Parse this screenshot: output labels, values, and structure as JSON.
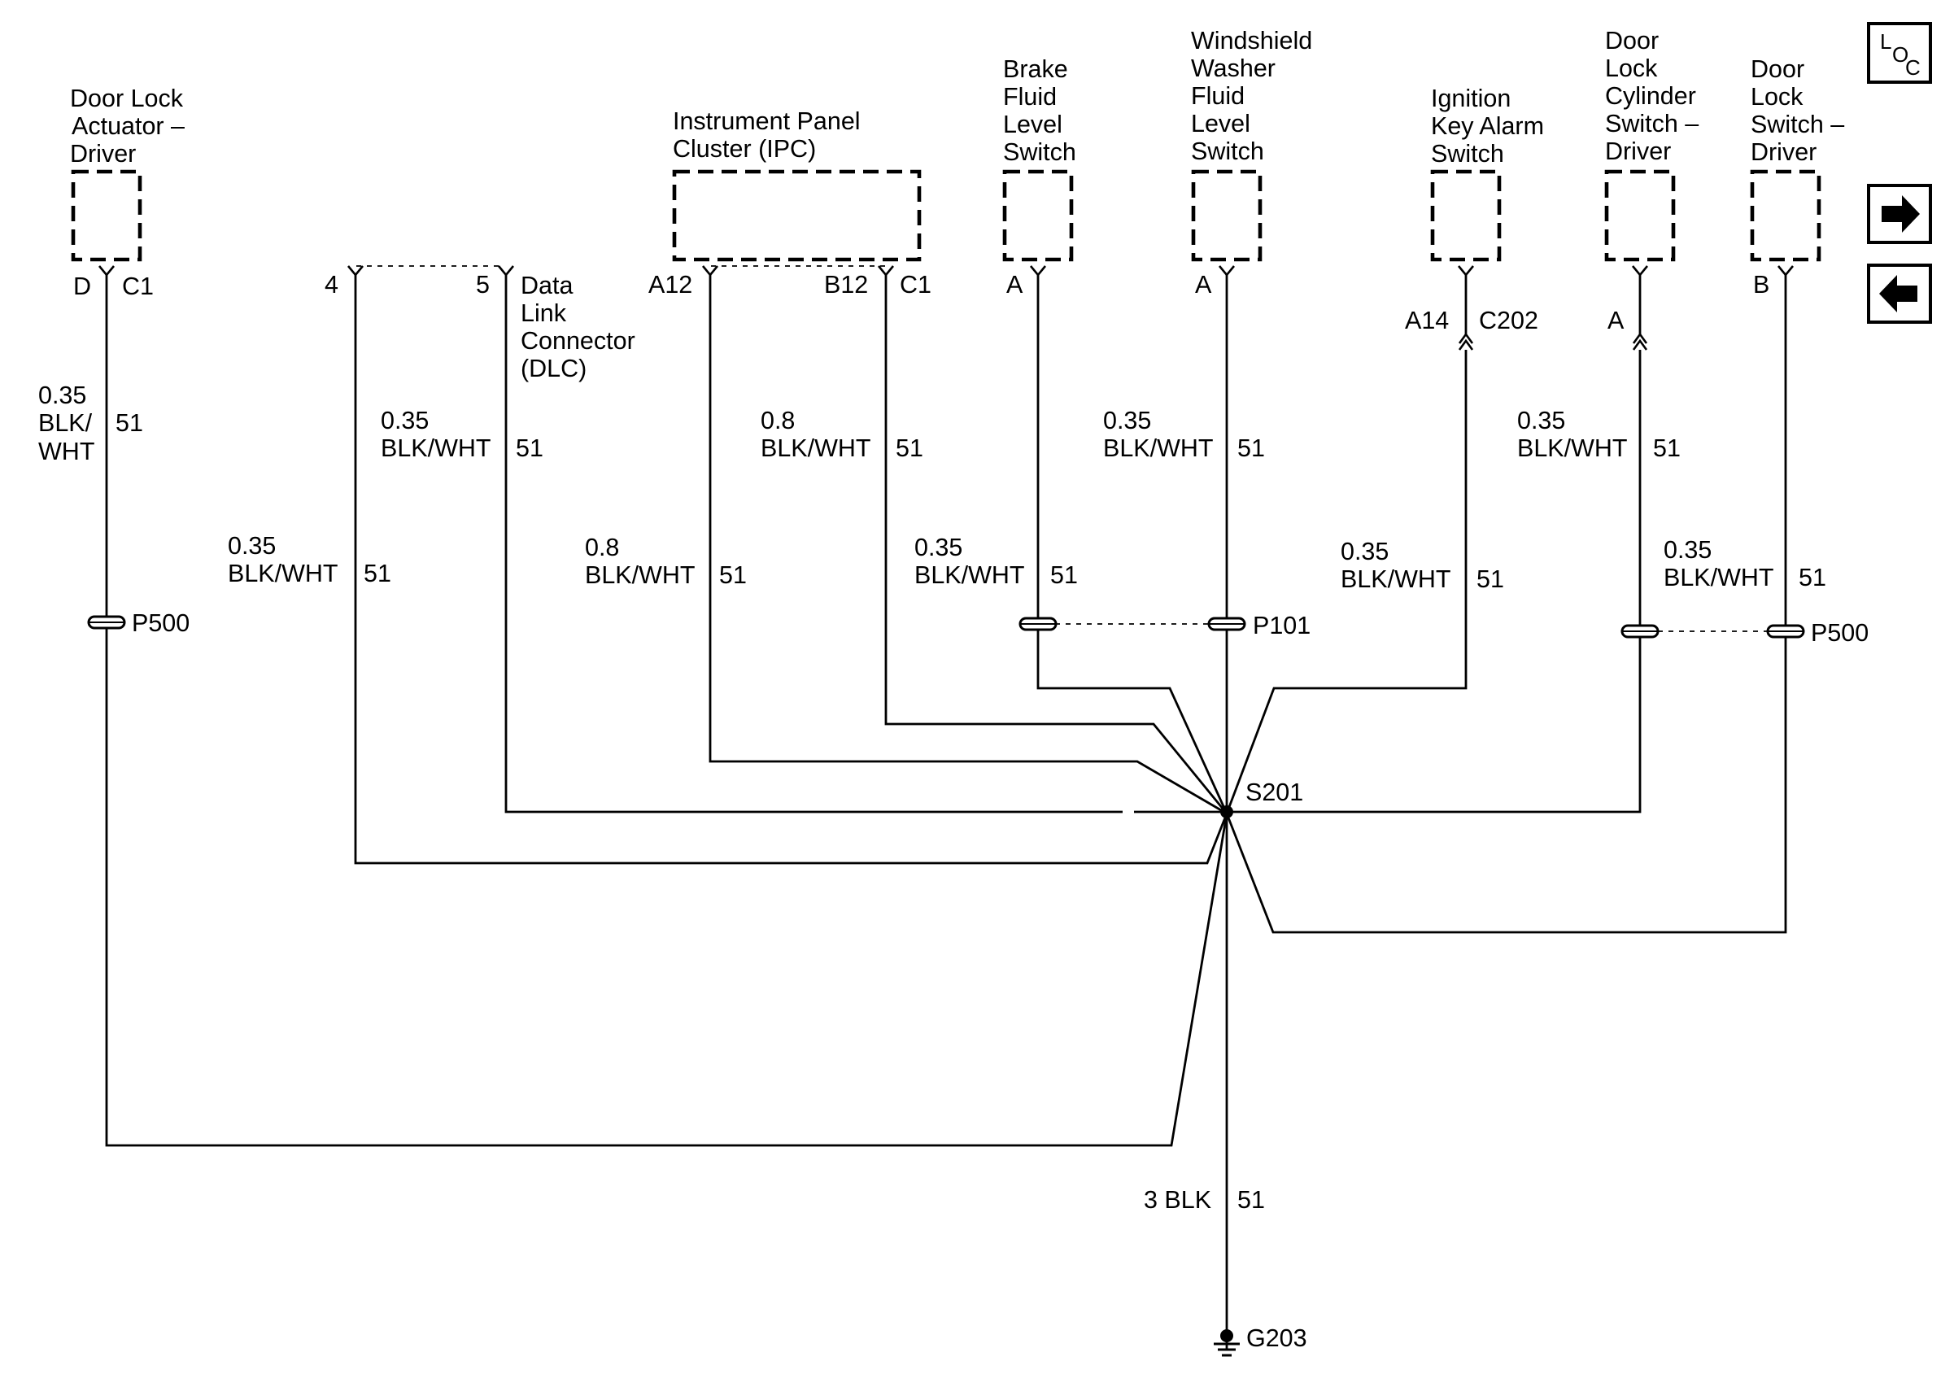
{
  "components": {
    "door_lock_actuator": [
      "Door Lock",
      "Actuator –",
      "Driver"
    ],
    "ipc": [
      "Instrument Panel",
      "Cluster (IPC)"
    ],
    "brake_fluid": [
      "Brake",
      "Fluid",
      "Level",
      "Switch"
    ],
    "washer_fluid": [
      "Windshield",
      "Washer",
      "Fluid",
      "Level",
      "Switch"
    ],
    "ignition_key_alarm": [
      "Ignition",
      "Key Alarm",
      "Switch"
    ],
    "door_lock_cylinder": [
      "Door",
      "Lock",
      "Cylinder",
      "Switch –",
      "Driver"
    ],
    "door_lock_switch": [
      "Door",
      "Lock",
      "Switch –",
      "Driver"
    ],
    "dlc": [
      "Data",
      "Link",
      "Connector",
      "(DLC)"
    ]
  },
  "pins": {
    "d": "D",
    "c1_door": "C1",
    "dlc4": "4",
    "dlc5": "5",
    "a12": "A12",
    "b12": "B12",
    "c1_ipc": "C1",
    "brake_a": "A",
    "washer_a": "A",
    "a14": "A14",
    "c202": "C202",
    "cyl_a": "A",
    "sw_b": "B"
  },
  "wires": {
    "door": {
      "gauge": "0.35",
      "color": [
        "BLK/",
        "WHT"
      ],
      "circuit": "51"
    },
    "dlc4": {
      "gauge": "0.35",
      "color": "BLK/WHT",
      "circuit": "51"
    },
    "dlc5": {
      "gauge": "0.35",
      "color": "BLK/WHT",
      "circuit": "51"
    },
    "ipc_a12": {
      "gauge": "0.8",
      "color": "BLK/WHT",
      "circuit": "51"
    },
    "ipc_b12": {
      "gauge": "0.8",
      "color": "BLK/WHT",
      "circuit": "51"
    },
    "brake": {
      "gauge": "0.35",
      "color": "BLK/WHT",
      "circuit": "51"
    },
    "washer": {
      "gauge": "0.35",
      "color": "BLK/WHT",
      "circuit": "51"
    },
    "ignition": {
      "gauge": "0.35",
      "color": "BLK/WHT",
      "circuit": "51"
    },
    "cylinder": {
      "gauge": "0.35",
      "color": "BLK/WHT",
      "circuit": "51"
    },
    "switch": {
      "gauge": "0.35",
      "color": "BLK/WHT",
      "circuit": "51"
    },
    "ground": {
      "gauge_color": "3 BLK",
      "circuit": "51"
    }
  },
  "passthroughs": {
    "p500_left": "P500",
    "p101": "P101",
    "p500_right": "P500"
  },
  "splice": "S201",
  "ground": "G203",
  "nav": {
    "loc": {
      "l": "L",
      "o": "O",
      "c": "C"
    },
    "next_icon": "arrow-right-icon",
    "prev_icon": "arrow-left-icon"
  }
}
